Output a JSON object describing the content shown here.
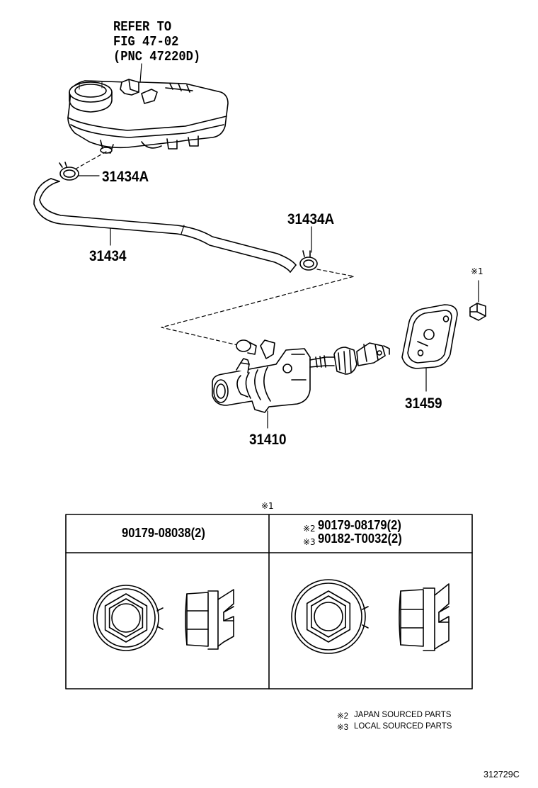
{
  "callouts": {
    "refer_line1": "REFER TO",
    "refer_line2": "FIG 47-02",
    "refer_line3": "(PNC 47220D)",
    "clamp_upper": "31434A",
    "clamp_lower": "31434A",
    "hose": "31434",
    "master_cylinder": "31410",
    "gasket": "31459",
    "nut_mark": "※1"
  },
  "table": {
    "header_mark": "※1",
    "left_pn": "90179-08038(2)",
    "right_mark_1": "※2",
    "right_pn_1": "90179-08179(2)",
    "right_mark_2": "※3",
    "right_pn_2": "90182-T0032(2)"
  },
  "notes": {
    "note1_mark": "※2",
    "note1_text": "JAPAN SOURCED PARTS",
    "note2_mark": "※3",
    "note2_text": "LOCAL SOURCED PARTS"
  },
  "figure_code": "312729C"
}
